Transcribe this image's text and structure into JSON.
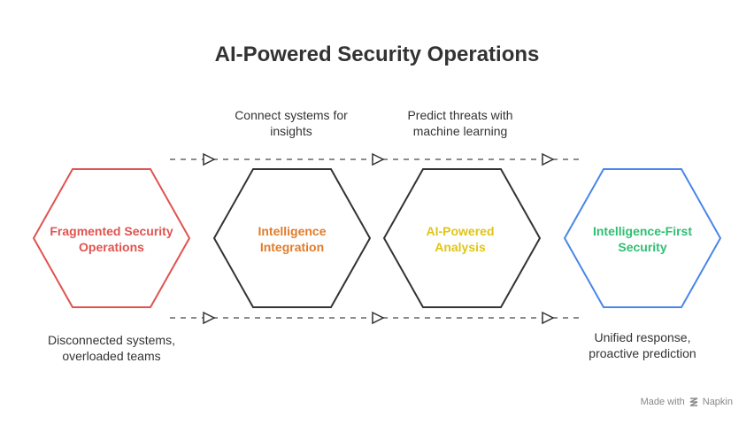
{
  "title": "AI-Powered Security Operations",
  "top_labels": [
    "Connect systems for insights",
    "Predict threats with machine learning"
  ],
  "stages": [
    {
      "label": "Fragmented Security Operations",
      "color": "#e0534f"
    },
    {
      "label": "Intelligence Integration",
      "color": "#e07c2c"
    },
    {
      "label": "AI-Powered Analysis",
      "color": "#e0c516"
    },
    {
      "label": "Intelligence-First Security",
      "color": "#2fbf73"
    }
  ],
  "stage_outline_colors": [
    "#e0534f",
    "#333333",
    "#333333",
    "#4a86e8"
  ],
  "bottom_labels": [
    "Disconnected systems, overloaded teams",
    "Unified response, proactive prediction"
  ],
  "footer": {
    "text": "Made with",
    "brand": "Napkin",
    "icon": "napkin-logo-icon"
  }
}
